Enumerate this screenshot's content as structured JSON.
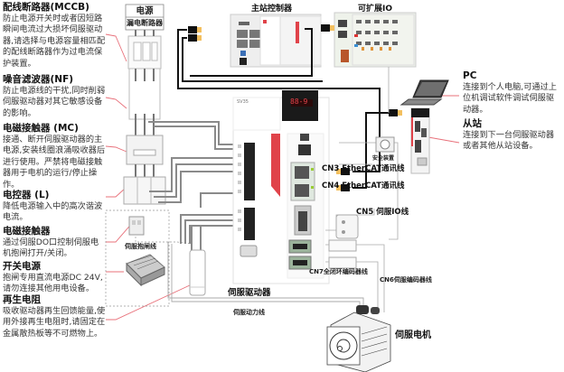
{
  "left_notes": [
    {
      "title": "配线断路器(MCCB)",
      "desc": "防止电源开关时或者因短路瞬间电流过大损坏伺服驱动器,请选择与电源容量相匹配的配线断路器作为过电流保护装置。"
    },
    {
      "title": "噪音滤波器(NF)",
      "desc": "防止电源线的干扰,同时削弱伺服驱动器对其它敏感设备的影响。"
    },
    {
      "title": "电磁接触器 (MC)",
      "desc": "接通、断开伺服驱动器的主电源,安装线圈浪涌吸收器后进行使用。严禁将电磁接触器用于电机的运行/停止操作。"
    },
    {
      "title": "电控器 (L)",
      "desc": "降低电源输入中的高次谐波电流。"
    },
    {
      "title": "电磁接触器",
      "desc": "通过伺服DO口控制伺服电机抱闸打开/关闭。"
    },
    {
      "title": "开关电源",
      "desc": "抱闸专用直流电源DC 24V,请勿连接其他用电设备。"
    },
    {
      "title": "再生电阻",
      "desc": "吸收驱动器再生回馈能量,使用外接再生电阻时,请固定在金属散热板等不可燃物上。"
    }
  ],
  "right_notes": [
    {
      "title": "PC",
      "desc": "连接到个人电脑,可通过上位机调试软件调试伺服驱动器。"
    },
    {
      "title": "从站",
      "desc": "连接到下一台伺服驱动器或者其他从站设备。"
    }
  ],
  "power_box": {
    "line1": "电源",
    "line2": "漏电断路器"
  },
  "devices": {
    "master_controller": "主站控制器",
    "expandable_io": "可扩展IO",
    "servo_driver": "伺服驱动器",
    "servo_motor": "伺服电机",
    "safety_device": "安全装置",
    "driver_model": "SV35",
    "driver_display": "88-9"
  },
  "cables": {
    "cn3": "CN3 EtherCAT通讯线",
    "cn4": "CN4 EtherCAT通讯线",
    "cn5": "CN5 伺服IO线",
    "cn7": "CN7全闭环编码器线",
    "cn6": "CN6伺服编码器线",
    "brake": "伺服抱闸线",
    "power": "伺服动力线"
  },
  "colors": {
    "accent_red": "#e0434a",
    "leader": "#e8707a",
    "cable": "#111111",
    "grey_wire": "#8a8a8a"
  }
}
